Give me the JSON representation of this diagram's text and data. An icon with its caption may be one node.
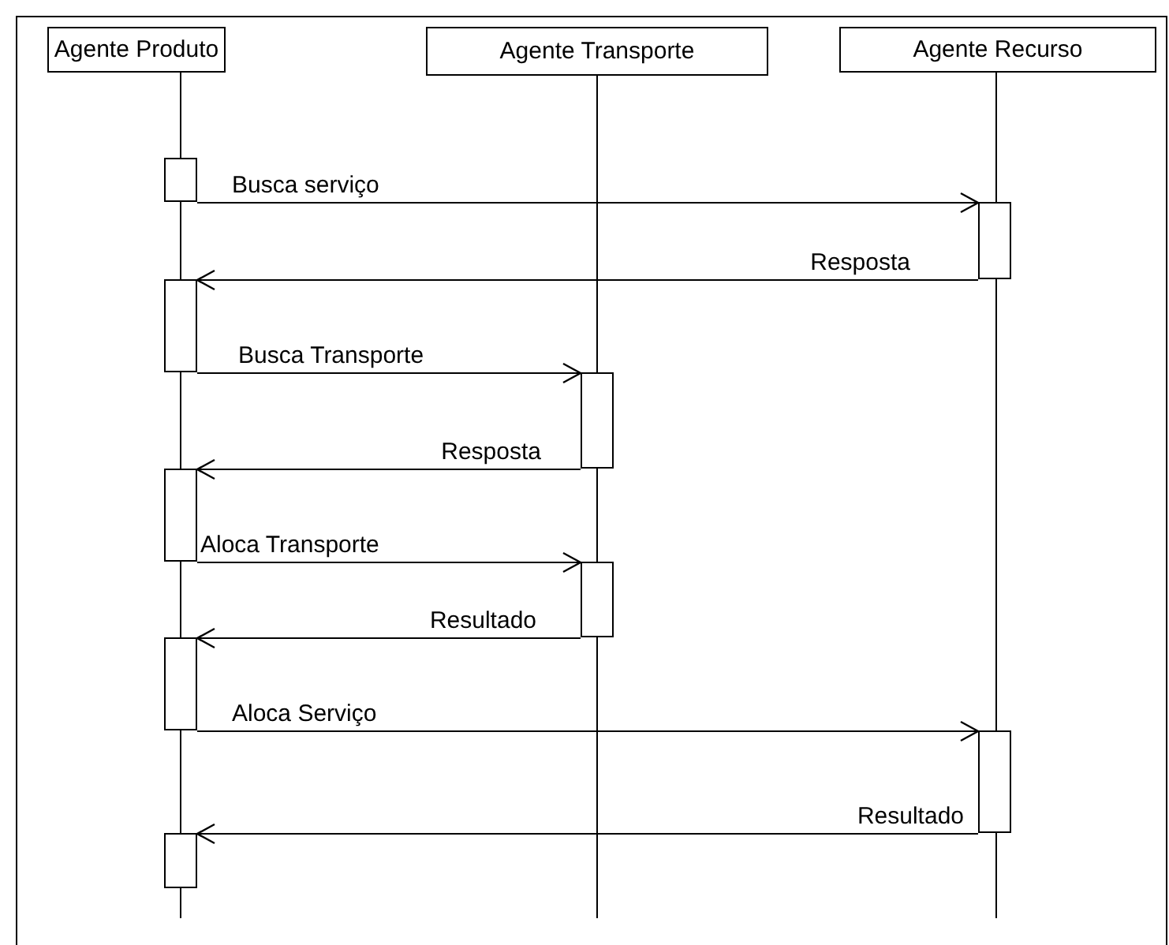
{
  "diagram": {
    "nodes": [
      {
        "text": [
          "Agente Produto"
        ]
      },
      {
        "text": [
          "Agente Transporte"
        ]
      },
      {
        "text": [
          "Agente Recurso"
        ]
      },
      {
        "text": [],
        "shape": "bar"
      },
      {
        "text": [],
        "shape": "bar"
      },
      {
        "text": [],
        "shape": "bar"
      },
      {
        "text": [],
        "shape": "bar"
      },
      {
        "text": [],
        "shape": "bar"
      },
      {
        "text": [],
        "shape": "bar"
      },
      {
        "text": [],
        "shape": "bar"
      },
      {
        "text": [],
        "shape": "bar"
      },
      {
        "text": [],
        "shape": "bar"
      }
    ],
    "edges": [
      {
        "from": 3,
        "to": 4,
        "arrow": "to",
        "label": "Busca serviço"
      },
      {
        "from": 4,
        "to": 5,
        "arrow": "to",
        "label": "Resposta"
      },
      {
        "from": 5,
        "to": 6,
        "arrow": "to",
        "label": "Busca Transporte"
      },
      {
        "from": 6,
        "to": 7,
        "arrow": "to",
        "label": "Resposta"
      },
      {
        "from": 7,
        "to": 8,
        "arrow": "to",
        "label": "Aloca Transporte"
      },
      {
        "from": 8,
        "to": 9,
        "arrow": "to",
        "label": "Resultado"
      },
      {
        "from": 9,
        "to": 10,
        "arrow": "to",
        "label": "Aloca Serviço"
      },
      {
        "from": 10,
        "to": 11,
        "arrow": "to",
        "label": "Resultado"
      }
    ]
  }
}
